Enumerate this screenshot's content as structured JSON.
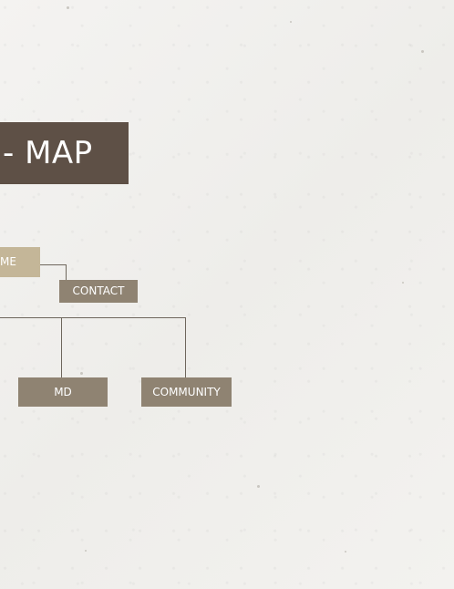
{
  "sitemap": {
    "title": "- MAP",
    "nodes": {
      "home": "ME",
      "contact": "CONTACT",
      "md": "MD",
      "community": "COMMUNITY"
    }
  },
  "colors": {
    "title_bg": "#5e5046",
    "home_bg": "#c4b698",
    "node_bg": "#8f8372",
    "connector": "#6e665c"
  }
}
